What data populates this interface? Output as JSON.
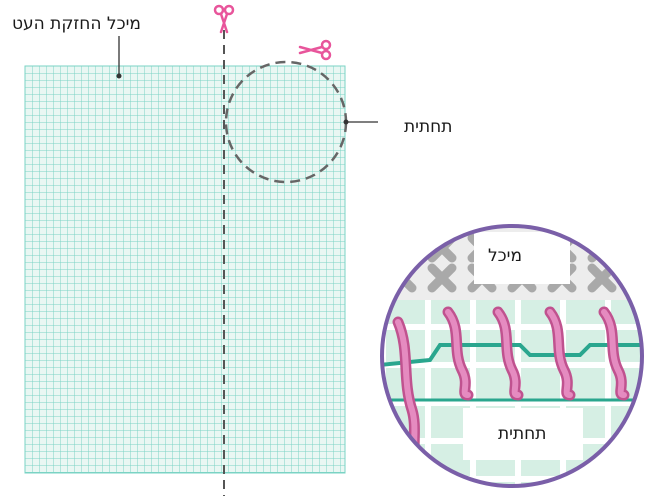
{
  "labels": {
    "container": "מיכל החזקת העט",
    "base_top": "תחתית",
    "container_inset": "מיכל",
    "base_inset": "תחתית"
  },
  "colors": {
    "grid": "#7ad3c4",
    "grid_fill": "#e9f7f3",
    "cut_line": "#555555",
    "scissors": "#e8559b",
    "yarn": "#e58bc0",
    "yarn_dark": "#c0528f",
    "cross_stitch": "#a9a9a9",
    "inset_border": "#7a5fa8"
  },
  "icons": [
    "scissors-icon",
    "scissors-icon"
  ]
}
